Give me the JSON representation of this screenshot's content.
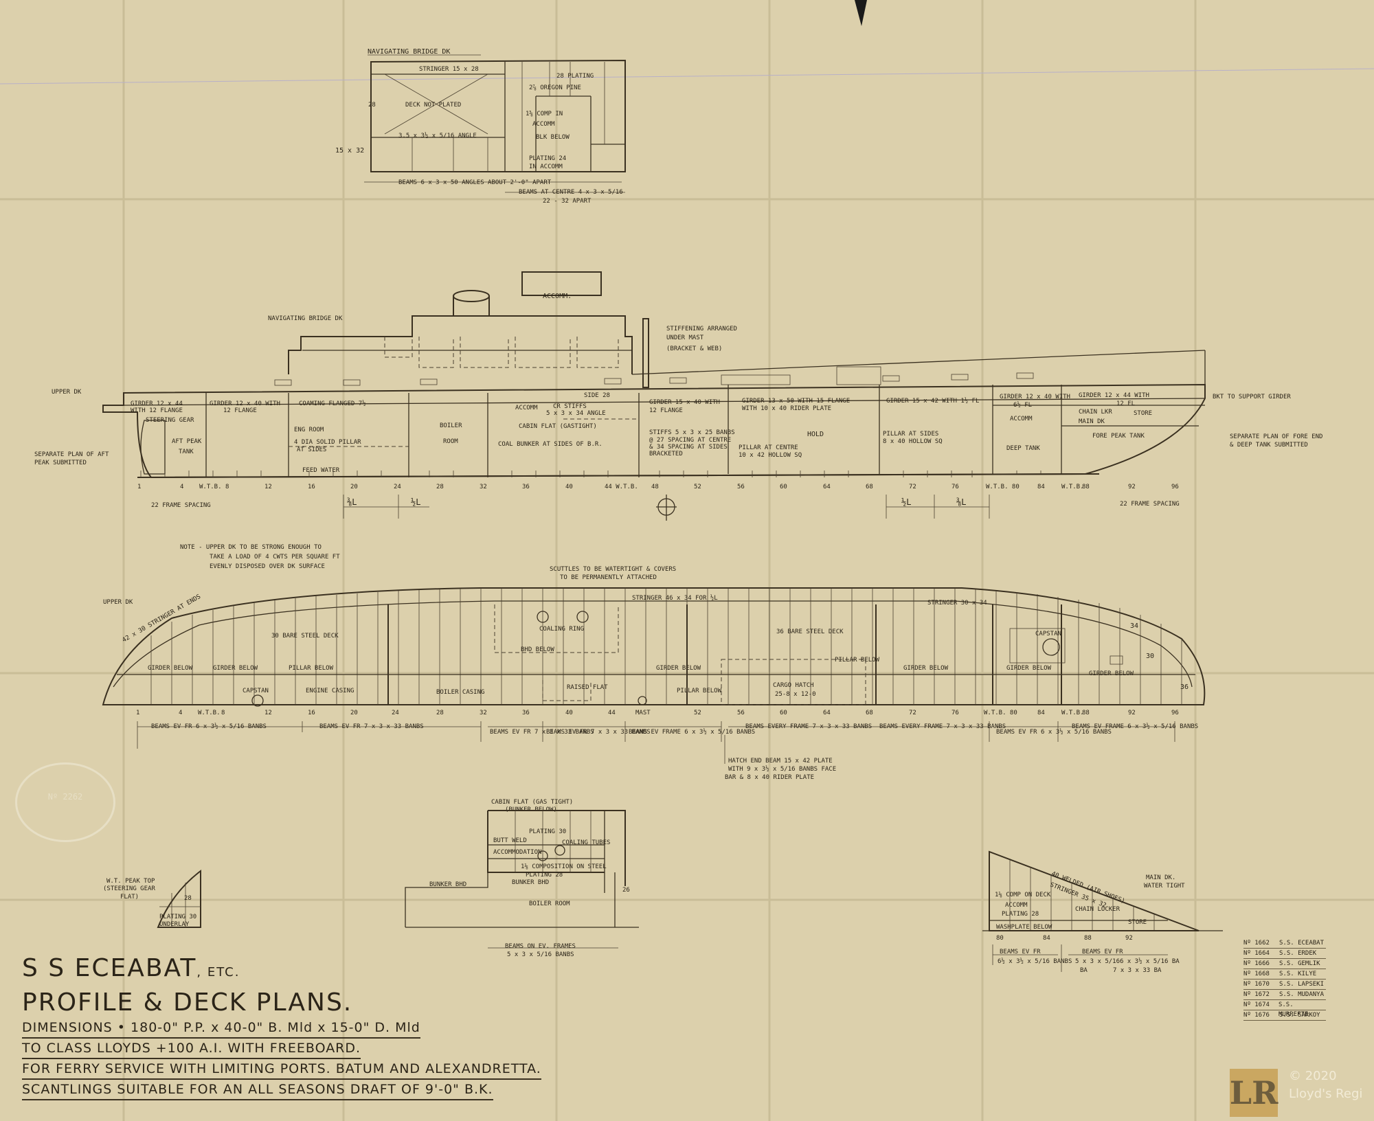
{
  "nav_plan": {
    "title": "NAVIGATING BRIDGE DK",
    "stringer": "STRINGER 15 x 28",
    "plating": "28 PLATING",
    "oregon": "2⅞ OREGON PINE",
    "deck_not_plated": "DECK NOT PLATED",
    "angle": "3.5 x 3½ x 5/16 ANGLE",
    "comp": "1⅝ COMP IN",
    "accomm": "ACCOMM",
    "blk_below": "BLK BELOW",
    "plating_24": "PLATING 24",
    "in_accomm": "IN ACCOMM",
    "size": "15 x 32",
    "side_28": "28",
    "beams": "BEAMS 6 x 3 x 50 ANGLES ABOUT 2'-0\" APART",
    "beams_centre": "BEAMS AT CENTRE 4 x 3 x 5/16",
    "apart": "22 - 32 APART"
  },
  "profile": {
    "nav_bridge": "NAVIGATING BRIDGE DK",
    "accomm_top": "ACCOMM.",
    "stiffening": [
      "STIFFENING ARRANGED",
      "UNDER MAST",
      "(BRACKET & WEB)"
    ],
    "upper_dk": "UPPER DK",
    "girders": [
      "GIRDER 12 x 44",
      "WITH 12 FLANGE",
      "GIRDER 12 x 40 WITH",
      "12 FLANGE",
      "COAMING FLANGED 7½",
      "GIRDER 15 x 40 WITH",
      "12 FLANGE",
      "GIRDER 13 x 50 WITH 15 FLANGE",
      "WITH 10 x 40 RIDER PLATE",
      "GIRDER 15 x 42 WITH 1½ FL",
      "GIRDER 12 x 40 WITH",
      "6½ FL",
      "GIRDER 12 x 44 WITH",
      "12 FL"
    ],
    "steering_gear": "STEERING GEAR",
    "aft_peak": "AFT PEAK",
    "tank": "TANK",
    "eng_room": "ENG ROOM",
    "pillar": [
      "4 DIA SOLID PILLAR",
      "AT SIDES"
    ],
    "feed_water": "FEED WATER",
    "boiler": "BOILER",
    "room": "ROOM",
    "accomm": "ACCOMM",
    "cr_stiffs": [
      "CR STIFFS",
      "5 x 3 x 34 ANGLE"
    ],
    "side_28": "SIDE 28",
    "cabin_flat": "CABIN FLAT (GASTIGHT)",
    "coal_bunker": "COAL BUNKER AT SIDES OF B.R.",
    "stiffs": [
      "STIFFS 5 x 3 x 25 BANBS",
      "@ 27 SPACING AT CENTRE",
      "& 34 SPACING AT SIDES",
      "BRACKETED"
    ],
    "hold": "HOLD",
    "pillar_centre": [
      "PILLAR AT CENTRE",
      "10 x 42 HOLLOW SQ"
    ],
    "pillar_sides": [
      "PILLAR AT SIDES",
      "8 x 40 HOLLOW SQ"
    ],
    "accomm2": "ACCOMM",
    "deep_tank": "DEEP TANK",
    "chain_lkr": "CHAIN LKR",
    "main_dk": "MAIN DK",
    "store": "STORE",
    "fore_peak": "FORE PEAK TANK",
    "bkt": "BKT TO SUPPORT GIRDER",
    "sep_aft": [
      "SEPARATE PLAN OF AFT",
      "PEAK SUBMITTED"
    ],
    "sep_fore": [
      "SEPARATE PLAN OF FORE END",
      "& DEEP TANK SUBMITTED"
    ],
    "frame_left": "22 FRAME SPACING",
    "frame_right": "22 FRAME SPACING",
    "frame_nums": [
      "1",
      "4",
      "W.T.B.",
      "8",
      "12",
      "16",
      "20",
      "24",
      "28",
      "32",
      "36",
      "40",
      "44 W.T.B.",
      "48",
      "52",
      "56",
      "60",
      "64",
      "68",
      "72",
      "76",
      "W.T.B. 80",
      "84",
      "W.T.B.",
      "88",
      "92",
      "96"
    ],
    "frac_left1": "⅜L",
    "frac_left2": "½L",
    "frac_right1": "½L",
    "frac_right2": "⅜L"
  },
  "deck": {
    "note": [
      "NOTE - UPPER DK TO BE STRONG ENOUGH TO",
      "TAKE A LOAD OF 4 CWTS PER SQUARE FT",
      "EVENLY DISPOSED OVER DK SURFACE"
    ],
    "scuttles": [
      "SCUTTLES TO BE WATERTIGHT & COVERS",
      "TO BE PERMANENTLY ATTACHED"
    ],
    "upper_dk": "UPPER DK",
    "stringer_ends": "42 x 30 STRINGER AT ENDS",
    "bare_steel": "30 BARE STEEL DECK",
    "bare_steel2": "36 BARE STEEL DECK",
    "stringer_mid": "STRINGER 46 x 34 FOR ½L",
    "stringer_fwd": "STRINGER 30 x 34",
    "coaling_ring": "COALING RING",
    "bhd_below": "BHD BELOW",
    "girder_below": "GIRDER BELOW",
    "pillar_below": "PILLAR BELOW",
    "capstan": "CAPSTAN",
    "engine_casing": "ENGINE CASING",
    "boiler_casing": "BOILER CASING",
    "raised_flat": "RAISED FLAT",
    "cargo_hatch": "CARGO HATCH",
    "hatch_size": "25-8 x 12-0",
    "num_34": "34",
    "num_30": "30",
    "num_36": "36",
    "frame_nums": [
      "1",
      "4",
      "W.T.B.",
      "8",
      "12",
      "16",
      "20",
      "24",
      "28",
      "32",
      "36",
      "40",
      "44",
      "MAST",
      "52",
      "56",
      "60",
      "64",
      "68",
      "72",
      "76",
      "W.T.B. 80",
      "84",
      "W.T.B.",
      "88",
      "92",
      "96"
    ],
    "beams": [
      "BEAMS EV FR 6 x 3½ x 5/16 BANBS",
      "BEAMS EV FR 7 x 3 x 33 BANBS",
      "BEAMS EV FR 7 x 3 x 33 BANBS",
      "BEAMS EV FR 7 x 3 x 33 BANBS",
      "BEAMS EV FRAME 6 x 3½ x 5/16 BANBS",
      "BEAMS EVERY FRAME 7 x 3 x 33 BANBS",
      "BEAMS EVERY FRAME 7 x 3 x 33 BANBS",
      "BEAMS EV FR 6 x 3½ x 5/16 BANBS",
      "BEAMS EV FRAME 6 x 3½ x 5/16 BANBS"
    ],
    "hatch_end": [
      "HATCH END BEAM 15 x 42 PLATE",
      "WITH 9 x 3½ x 5/16 BANBS FACE",
      "BAR & 8 x 40 RIDER PLATE"
    ]
  },
  "cabin": {
    "title": "CABIN FLAT (GAS TIGHT)",
    "sub": "(BUNKER BELOW)",
    "plating_30": "PLATING 30",
    "butt_weld": "BUTT WELD",
    "coaling_tubes": "COALING TUBES",
    "accommodation": "ACCOMMODATION",
    "composition": "1⅛ COMPOSITION ON STEEL",
    "plating_28": "PLATING 28",
    "bunker_bhd": "BUNKER BHD",
    "boiler_room": "BOILER ROOM",
    "bunker_bhd2": "BUNKER BHD",
    "num_26": "26",
    "beams": [
      "BEAMS ON EV. FRAMES",
      "5 x 3 x 5/16 BANBS"
    ]
  },
  "wt_peak": {
    "lines": [
      "W.T. PEAK TOP",
      "(STEERING GEAR",
      "FLAT)"
    ],
    "num_28": "28",
    "plating": "PLATING 30",
    "under": "UNDERLAY"
  },
  "fore": {
    "welded": "40 WELDED (AIR SHOES)",
    "stringer": "STRINGER 35 x 32",
    "comp": "1⅛ COMP ON DECK",
    "accomm": "ACCOMM",
    "plating_28": "PLATING 28",
    "chain": "CHAIN LOCKER",
    "store": "STORE",
    "washplate": "WASHPLATE BELOW",
    "main_dk": [
      "MAIN DK.",
      "WATER TIGHT"
    ],
    "frame_nums": [
      "80",
      "84",
      "88",
      "92"
    ],
    "beams1": [
      "BEAMS EV FR",
      "6½ x 3½ x 5/16 BANBS"
    ],
    "beams2": [
      "BEAMS EV FR",
      "5 x 3 x 5/16",
      "6 x 3½ x 5/16 BA",
      "BA",
      "7 x 3 x 33 BA"
    ]
  },
  "title_block": {
    "name": "S S ECEABAT",
    "etc": ", ETC.",
    "plans": "PROFILE & DECK PLANS.",
    "dims": "DIMENSIONS • 180-0\" P.P. x 40-0\" B. Mld x 15-0\" D. Mld",
    "class": "TO CLASS LLOYDS +100 A.I. WITH FREEBOARD.",
    "service": "FOR FERRY SERVICE WITH LIMITING PORTS. BATUM AND ALEXANDRETTA.",
    "scantlings": "SCANTLINGS SUITABLE FOR AN ALL SEASONS DRAFT OF 9'-0\" B.K."
  },
  "ships": [
    {
      "no": "Nº 1662",
      "name": "S.S. ECEABAT"
    },
    {
      "no": "Nº 1664",
      "name": "S.S. ERDEK"
    },
    {
      "no": "Nº 1666",
      "name": "S.S. GEMLIK"
    },
    {
      "no": "Nº 1668",
      "name": "S.S. KILYE"
    },
    {
      "no": "Nº 1670",
      "name": "S.S. LAPSEKI"
    },
    {
      "no": "Nº 1672",
      "name": "S.S. MUDANYA"
    },
    {
      "no": "Nº 1674",
      "name": "S.S. MURREFTE"
    },
    {
      "no": "Nº 1676",
      "name": "S.S. SARKOY"
    }
  ],
  "stamp": "Nº 2262",
  "logo": "LR",
  "copyright": [
    "© 2020",
    "Lloyd's Regi"
  ]
}
